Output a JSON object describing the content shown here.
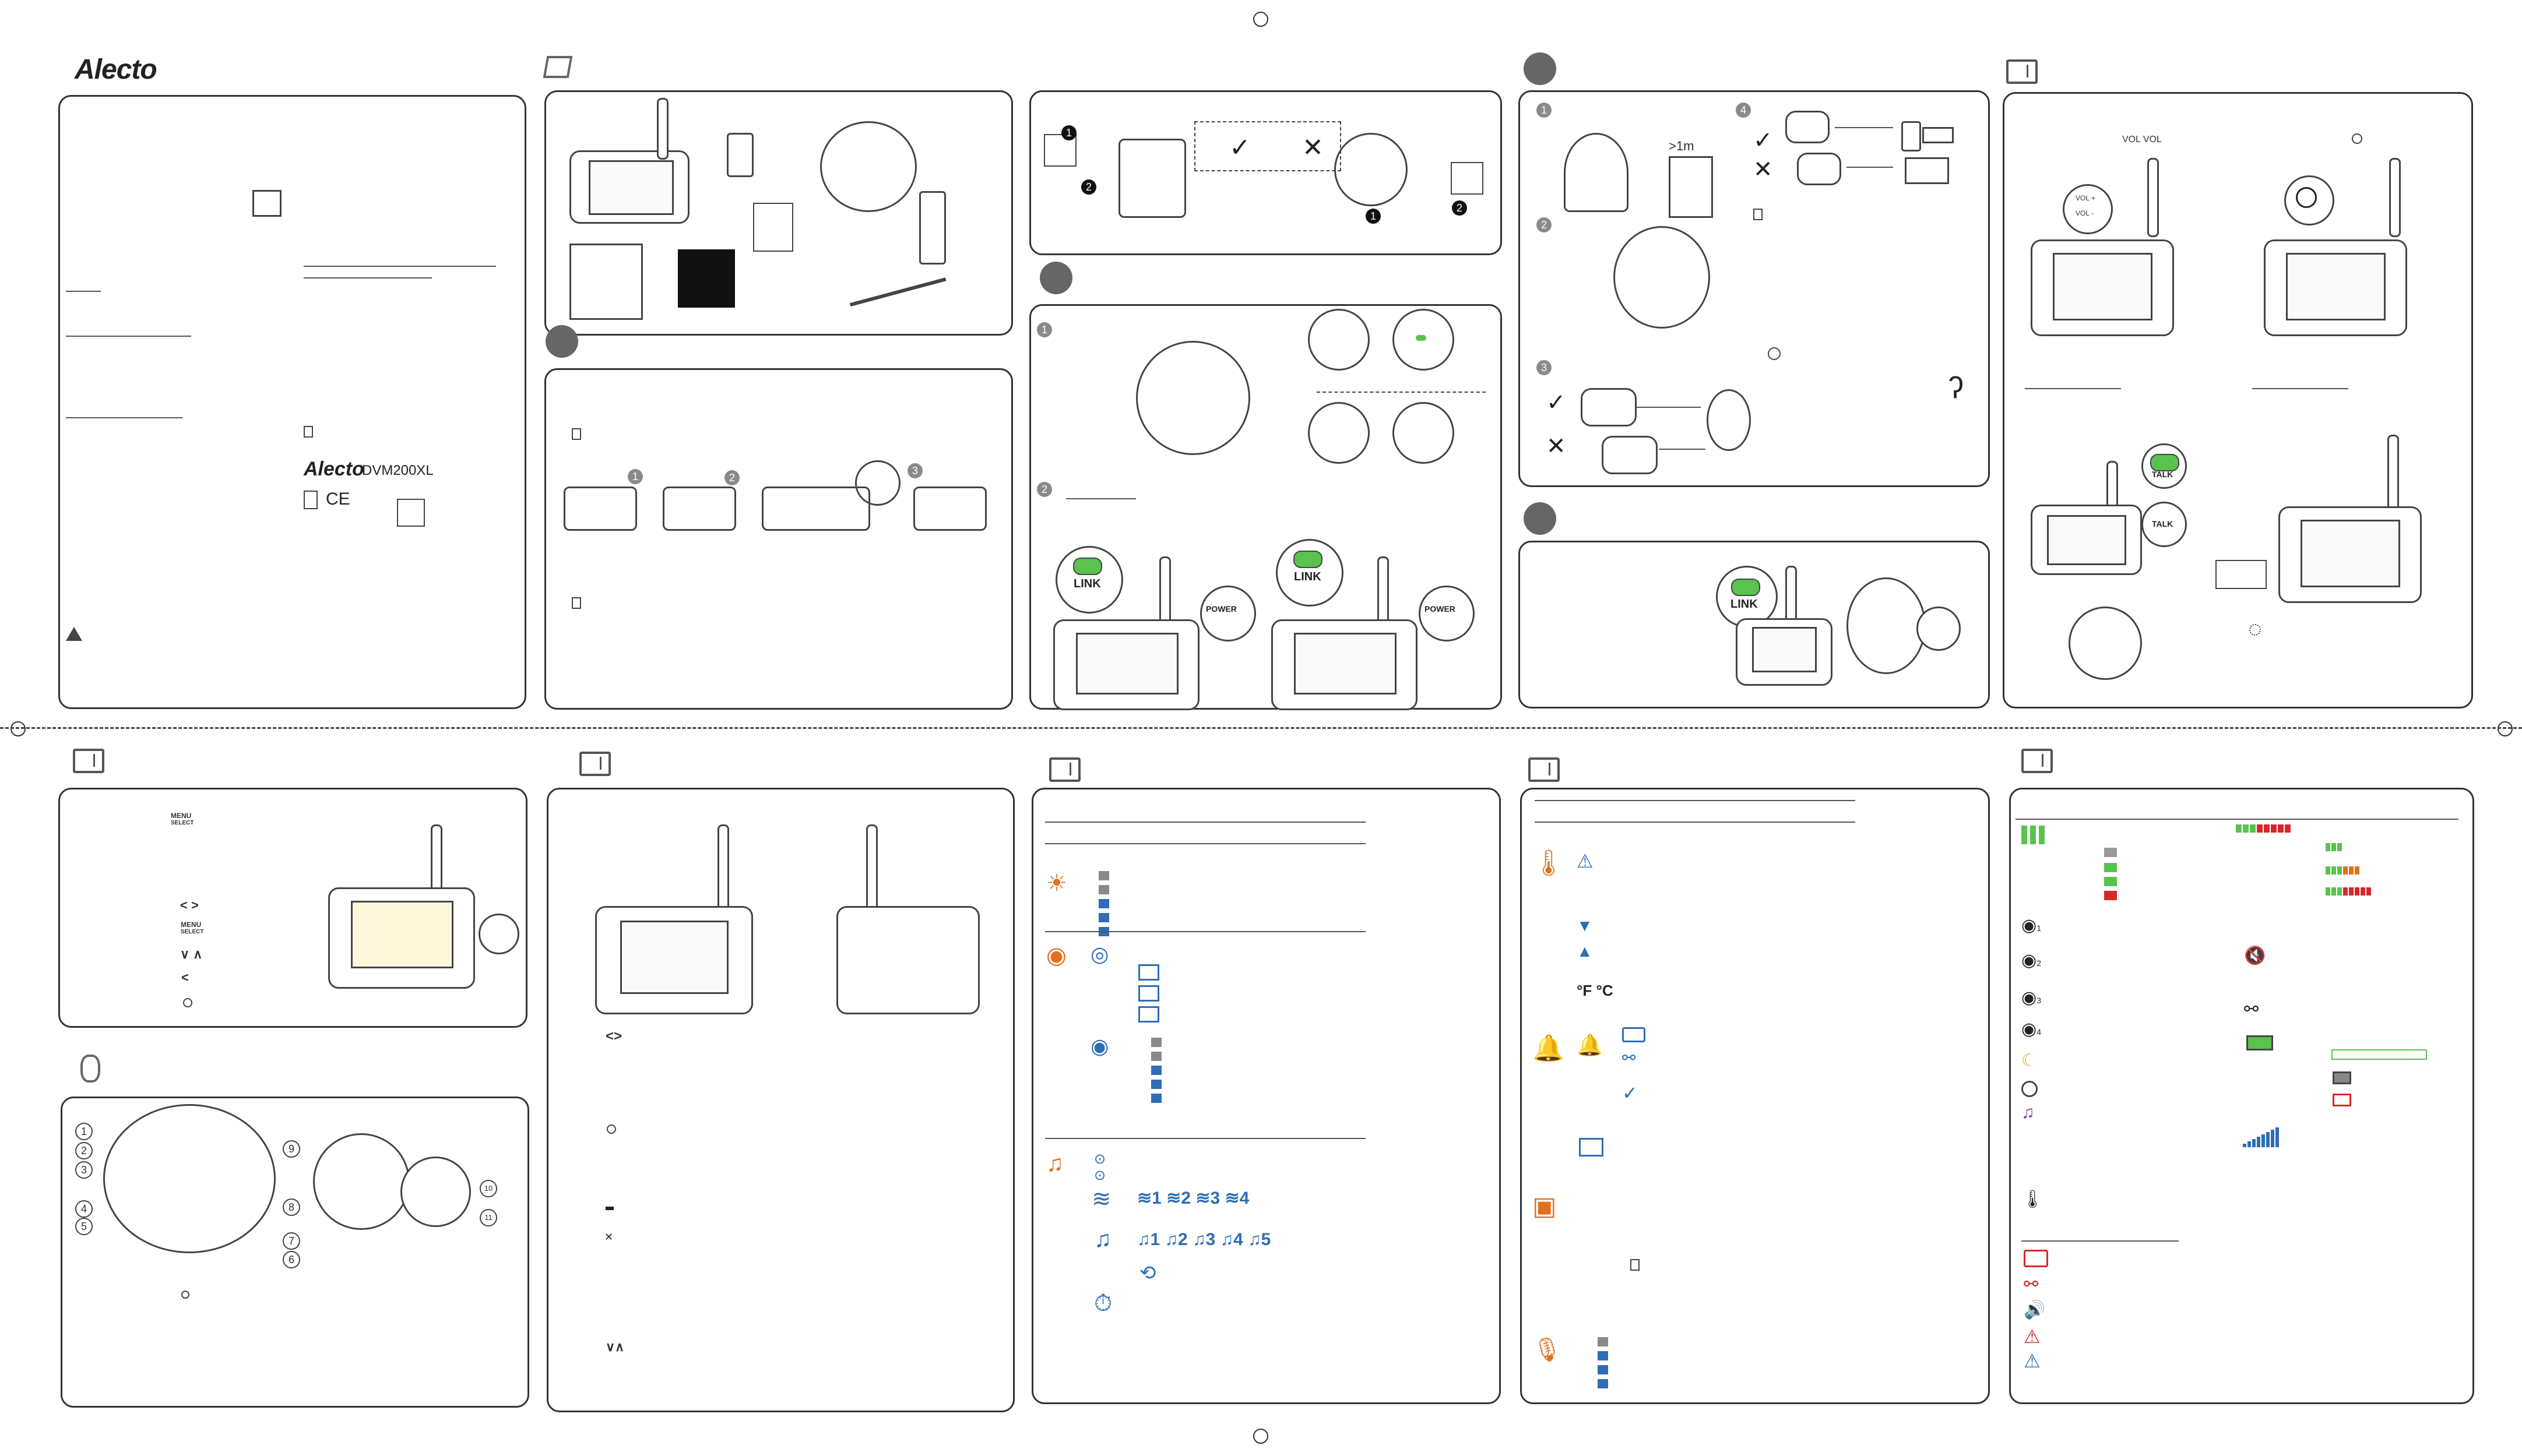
{
  "brand": {
    "logo_text": "Alecto"
  },
  "product": {
    "model": "DVM200XL",
    "ce": "CE",
    "brand": "Alecto"
  },
  "text": {
    "vol_minus": "VOL -",
    "vol_plus": "VOL +",
    "vol_inline": "VOL   VOL",
    "greater_1m": ">1m",
    "link": "LINK",
    "power": "POWER",
    "talk": "TALK",
    "menu": "MENU",
    "select": "SELECT",
    "chevrons_lr": "< >",
    "chevrons_ud": "∨ ∧",
    "chevron_l": "<",
    "arrows_lr": "<>",
    "arrows_ud": "∨∧",
    "degrees": "°F °C"
  },
  "steps": {
    "one": "1",
    "two": "2",
    "three": "3",
    "four": "4"
  },
  "camera_callouts": [
    "1",
    "2",
    "3",
    "4",
    "5",
    "6",
    "7",
    "8",
    "9",
    "10",
    "11"
  ],
  "lullaby_labels": {
    "waves": [
      "1",
      "2",
      "3",
      "4"
    ],
    "notes": [
      "1",
      "2",
      "3",
      "4",
      "5"
    ]
  },
  "colors": {
    "green": "#5ac24f",
    "blue": "#2f6db5",
    "orange": "#e3701c",
    "red": "#d8262b",
    "gray": "#8a8a8a"
  }
}
